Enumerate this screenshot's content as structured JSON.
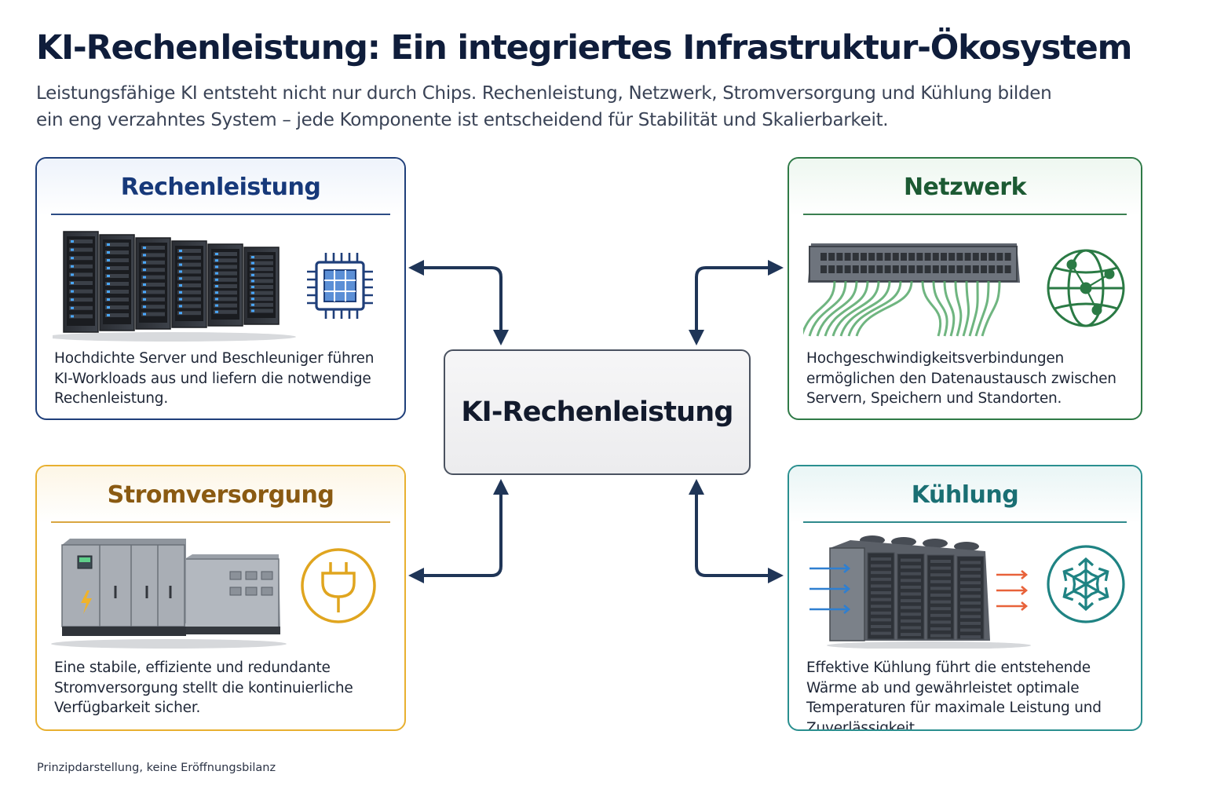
{
  "header": {
    "title": "KI-Rechenleistung: Ein integriertes Infrastruktur-Ökosystem",
    "subtitle": "Leistungsfähige KI entsteht nicht nur durch Chips. Rechenleistung, Netzwerk, Stromversorgung und Kühlung bilden ein eng verzahntes System – jede Komponente ist entscheidend für Stabilität und Skalierbarkeit."
  },
  "center": {
    "label": "KI-Rechenleistung"
  },
  "cards": {
    "compute": {
      "title": "Rechenleistung",
      "description": "Hochdichte Server und Beschleuniger führen KI-Workloads aus und liefern die notwendige Rechenleistung.",
      "icons": [
        "server-racks-icon",
        "chip-icon"
      ],
      "accent": "#1f3f7a"
    },
    "network": {
      "title": "Netzwerk",
      "description": "Hochgeschwindigkeitsverbindungen ermöglichen den Datenaustausch zwischen Servern, Speichern und Standorten.",
      "icons": [
        "network-switch-icon",
        "globe-network-icon"
      ],
      "accent": "#2f7a47"
    },
    "power": {
      "title": "Stromversorgung",
      "description": "Eine stabile, effiziente und redundante Stromversorgung stellt die kontinuierliche Verfügbarkeit sicher.",
      "icons": [
        "power-cabinets-icon",
        "power-plug-icon"
      ],
      "accent": "#e8b030"
    },
    "cooling": {
      "title": "Kühlung",
      "description": "Effektive Kühlung führt die entstehende Wärme ab und gewährleistet optimale Temperaturen für maximale Leistung und Zuverlässigkeit.",
      "icons": [
        "cooling-unit-icon",
        "snowflake-icon"
      ],
      "accent": "#2a8f8f"
    }
  },
  "connectors": {
    "color": "#1f3557",
    "style": "bidirectional"
  },
  "footnote": "Prinzipdarstellung, keine Eröffnungsbilanz"
}
